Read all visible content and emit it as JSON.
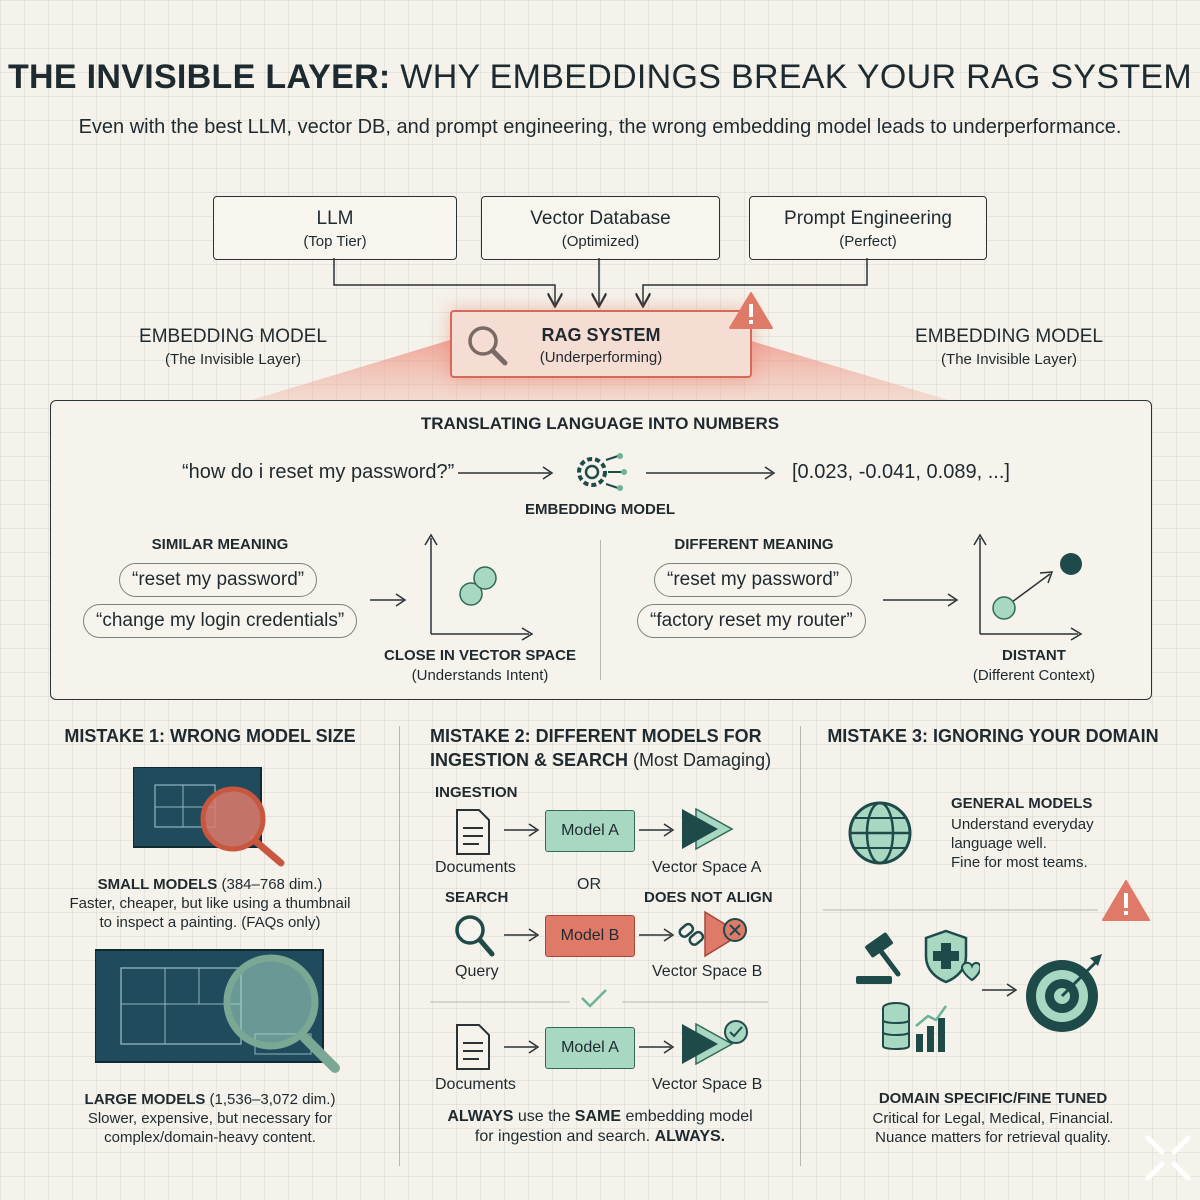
{
  "title": {
    "bold": "THE INVISIBLE LAYER:",
    "rest": " WHY EMBEDDINGS BREAK YOUR RAG SYSTEM"
  },
  "subtitle": "Even with the best LLM, vector DB, and prompt engineering, the wrong embedding model leads to underperformance.",
  "top_boxes": [
    {
      "label": "LLM",
      "sub": "(Top Tier)"
    },
    {
      "label": "Vector Database",
      "sub": "(Optimized)"
    },
    {
      "label": "Prompt Engineering",
      "sub": "(Perfect)"
    }
  ],
  "side_labels": {
    "label": "EMBEDDING MODEL",
    "sub": "(The Invisible Layer)"
  },
  "rag": {
    "label": "RAG SYSTEM",
    "sub": "(Underperforming)"
  },
  "panel": {
    "heading": "TRANSLATING LANGUAGE INTO NUMBERS",
    "query": "“how do i reset my password?”",
    "model_label": "EMBEDDING MODEL",
    "vector": "[0.023, -0.041, 0.089, ...]",
    "similar": {
      "heading": "SIMILAR MEANING",
      "phrase1": "“reset my password”",
      "phrase2": "“change my login credentials”",
      "result": "CLOSE IN VECTOR SPACE",
      "result_sub": "(Understands Intent)"
    },
    "different": {
      "heading": "DIFFERENT MEANING",
      "phrase1": "“reset my password”",
      "phrase2": "“factory reset my router”",
      "result": "DISTANT",
      "result_sub": "(Different Context)"
    }
  },
  "mistake1": {
    "heading": "MISTAKE 1: WRONG MODEL SIZE",
    "small_bold": "SMALL MODELS",
    "small_dim": " (384–768 dim.)",
    "small_desc1": "Faster, cheaper, but like using a thumbnail",
    "small_desc2": "to inspect a painting. (FAQs only)",
    "large_bold": "LARGE MODELS",
    "large_dim": " (1,536–3,072 dim.)",
    "large_desc1": "Slower, expensive, but necessary for",
    "large_desc2": "complex/domain-heavy content."
  },
  "mistake2": {
    "heading1": "MISTAKE 2: DIFFERENT MODELS FOR",
    "heading2_bold": "INGESTION & SEARCH",
    "heading2_rest": " (Most Damaging)",
    "ingestion": "INGESTION",
    "search": "SEARCH",
    "or": "OR",
    "does_not_align": "DOES NOT ALIGN",
    "documents": "Documents",
    "query": "Query",
    "model_a": "Model A",
    "model_b": "Model B",
    "vs_a": "Vector Space A",
    "vs_b": "Vector Space B",
    "rule_always1": "ALWAYS",
    "rule_mid1": " use the ",
    "rule_same": "SAME",
    "rule_end1": " embedding model",
    "rule_line2": "for ingestion and search. ",
    "rule_always2": "ALWAYS."
  },
  "mistake3": {
    "heading": "MISTAKE 3: IGNORING YOUR DOMAIN",
    "general_heading": "GENERAL MODELS",
    "general_desc1": "Understand everyday",
    "general_desc2": "language well.",
    "general_desc3": "Fine for most teams.",
    "domain_heading": "DOMAIN SPECIFIC/FINE TUNED",
    "domain_desc1": "Critical for Legal, Medical, Financial.",
    "domain_desc2": "Nuance matters for retrieval quality."
  },
  "colors": {
    "accent_red": "#e07a68",
    "accent_green": "#a8d8c2",
    "dark_teal": "#1e4a4a",
    "blueprint": "#1f4b5c"
  }
}
